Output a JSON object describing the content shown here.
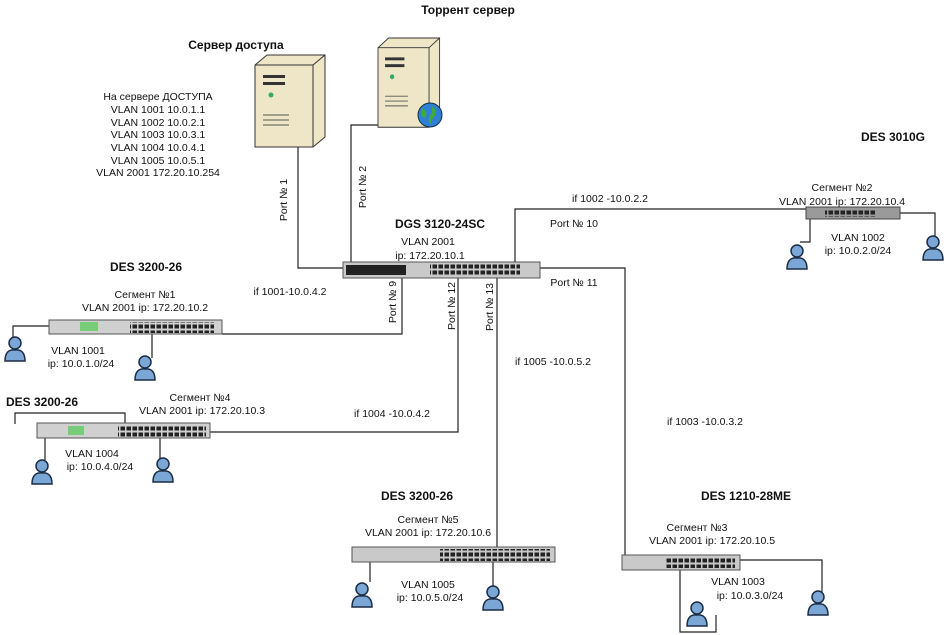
{
  "titles": {
    "torrent_server": "Торрент сервер",
    "access_server": "Сервер доступа"
  },
  "access_server_info": [
    "На сервере ДОСТУПА",
    "VLAN 1001 10.0.1.1",
    "VLAN 1002 10.0.2.1",
    "VLAN 1003 10.0.3.1",
    "VLAN 1004 10.0.4.1",
    "VLAN 1005 10.0.5.1",
    "VLAN 2001 172.20.10.254"
  ],
  "ports": {
    "p1": "Port № 1",
    "p2": "Port № 2",
    "p9": "Port № 9",
    "p10": "Port № 10",
    "p11": "Port № 11",
    "p12": "Port № 12",
    "p13": "Port № 13"
  },
  "interfaces": {
    "if1001": "if 1001-10.0.4.2",
    "if1002": "if 1002 -10.0.2.2",
    "if1003": "if 1003 -10.0.3.2",
    "if1004": "if 1004 -10.0.4.2",
    "if1005": "if 1005 -10.0.5.2"
  },
  "core": {
    "model": "DGS 3120-24SC",
    "vlan": "VLAN 2001",
    "ip": "ip: 172.20.10.1"
  },
  "segments": {
    "s1": {
      "model": "DES 3200-26",
      "name": "Сегмент №1",
      "mgmt": "VLAN 2001 ip: 172.20.10.2",
      "vlan": "VLAN 1001",
      "subnet": "ip: 10.0.1.0/24"
    },
    "s2": {
      "model": "DES 3010G",
      "name": "Сегмент №2",
      "mgmt": "VLAN 2001 ip: 172.20.10.4",
      "vlan": "VLAN 1002",
      "subnet": "ip: 10.0.2.0/24"
    },
    "s3": {
      "model": "DES 1210-28ME",
      "name": "Сегмент №3",
      "mgmt": "VLAN 2001 ip: 172.20.10.5",
      "vlan": "VLAN 1003",
      "subnet": "ip: 10.0.3.0/24"
    },
    "s4": {
      "model": "DES 3200-26",
      "name": "Сегмент №4",
      "mgmt": "VLAN 2001 ip: 172.20.10.3",
      "vlan": "VLAN 1004",
      "subnet": "ip: 10.0.4.0/24"
    },
    "s5": {
      "model": "DES 3200-26",
      "name": "Сегмент №5",
      "mgmt": "VLAN 2001 ip: 172.20.10.6",
      "vlan": "VLAN 1005",
      "subnet": "ip: 10.0.5.0/24"
    }
  },
  "colors": {
    "user": "#7aa7d6",
    "switch": "#c9c9c9",
    "server": "#efe6c8",
    "globe": "#2f7fd6"
  }
}
